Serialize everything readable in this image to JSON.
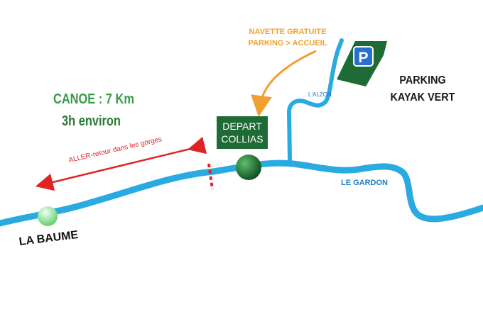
{
  "shuttle": {
    "line1": "NAVETTE GRATUITE",
    "line2": "PARKING > ACCUEIL"
  },
  "parking": {
    "icon_letter": "P",
    "line1": "PARKING",
    "line2": "KAYAK VERT"
  },
  "canoe": {
    "distance": "CANOE : 7 Km",
    "duration": "3h environ"
  },
  "depart": {
    "line1": "DEPART",
    "line2": "COLLIAS"
  },
  "route": {
    "label": "ALLER-retour dans les gorges"
  },
  "rivers": {
    "tributary": "L'ALZON",
    "main": "LE GARDON"
  },
  "places": {
    "end": "LA BAUME"
  },
  "colors": {
    "river": "#29abe2",
    "sign_green": "#1f6b35",
    "canoe_green": "#3a9a4a",
    "arrow_orange": "#f0a030",
    "route_red": "#e02424"
  }
}
